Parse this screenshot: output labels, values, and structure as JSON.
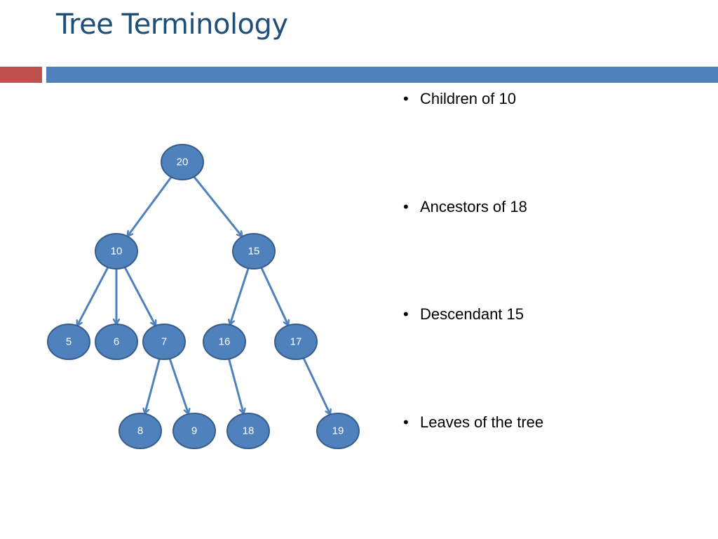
{
  "slide": {
    "title": "Tree Terminology"
  },
  "colors": {
    "title": "#1f4e79",
    "accent_red": "#c0504d",
    "accent_blue": "#4f81bd",
    "node_fill": "#4f81bd",
    "node_stroke": "#385d8a",
    "edge": "#4f81bd"
  },
  "tree": {
    "nodes": [
      {
        "id": "20",
        "label": "20"
      },
      {
        "id": "10",
        "label": "10"
      },
      {
        "id": "15",
        "label": "15"
      },
      {
        "id": "5",
        "label": "5"
      },
      {
        "id": "6",
        "label": "6"
      },
      {
        "id": "7",
        "label": "7"
      },
      {
        "id": "16",
        "label": "16"
      },
      {
        "id": "17",
        "label": "17"
      },
      {
        "id": "8",
        "label": "8"
      },
      {
        "id": "9",
        "label": "9"
      },
      {
        "id": "18",
        "label": "18"
      },
      {
        "id": "19",
        "label": "19"
      }
    ],
    "edges": [
      {
        "from": "20",
        "to": "10"
      },
      {
        "from": "20",
        "to": "15"
      },
      {
        "from": "10",
        "to": "5"
      },
      {
        "from": "10",
        "to": "6"
      },
      {
        "from": "10",
        "to": "7"
      },
      {
        "from": "15",
        "to": "16"
      },
      {
        "from": "15",
        "to": "17"
      },
      {
        "from": "7",
        "to": "8"
      },
      {
        "from": "7",
        "to": "9"
      },
      {
        "from": "16",
        "to": "18"
      },
      {
        "from": "17",
        "to": "19"
      }
    ]
  },
  "bullets": [
    {
      "text": "Children of 10"
    },
    {
      "text": "Ancestors of 18"
    },
    {
      "text": "Descendant 15"
    },
    {
      "text": "Leaves of the tree"
    }
  ],
  "bullet_symbol": "•"
}
